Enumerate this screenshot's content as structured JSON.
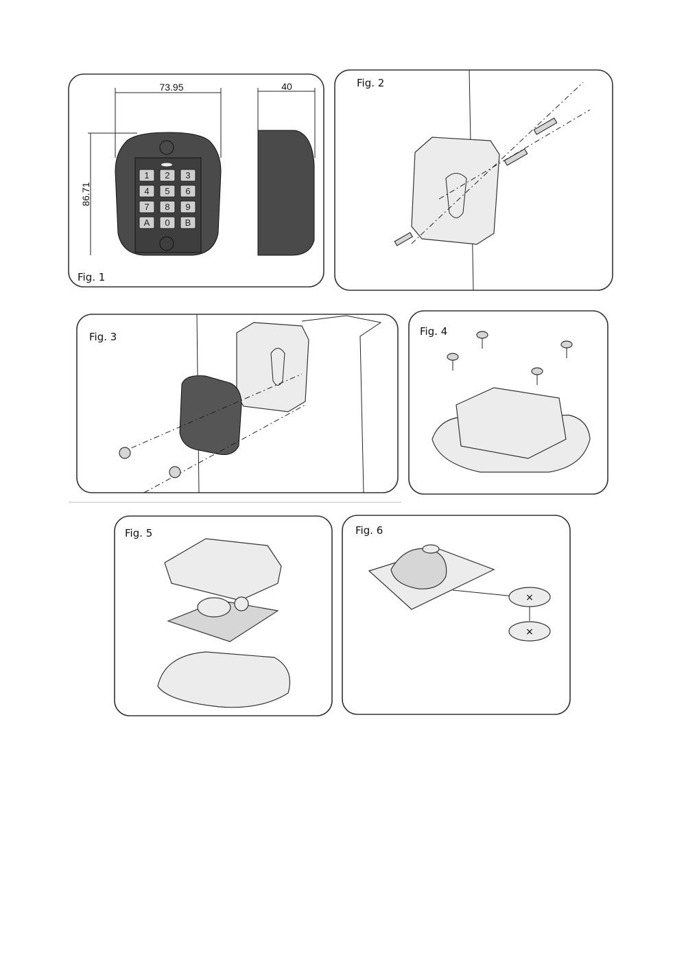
{
  "figures": {
    "fig1": {
      "label": "Fig. 1",
      "width_dim": "73.95",
      "depth_dim": "40",
      "height_dim": "86.71",
      "keys": [
        "1",
        "2",
        "3",
        "4",
        "5",
        "6",
        "7",
        "8",
        "9",
        "A",
        "0",
        "B"
      ]
    },
    "fig2": {
      "label": "Fig. 2"
    },
    "fig3": {
      "label": "Fig. 3"
    },
    "fig4": {
      "label": "Fig. 4"
    },
    "fig5": {
      "label": "Fig. 5"
    },
    "fig6": {
      "label": "Fig. 6"
    }
  },
  "colors": {
    "device_body": "#4a4a4a",
    "key": "#cfcfcf",
    "outline": "#333333"
  }
}
